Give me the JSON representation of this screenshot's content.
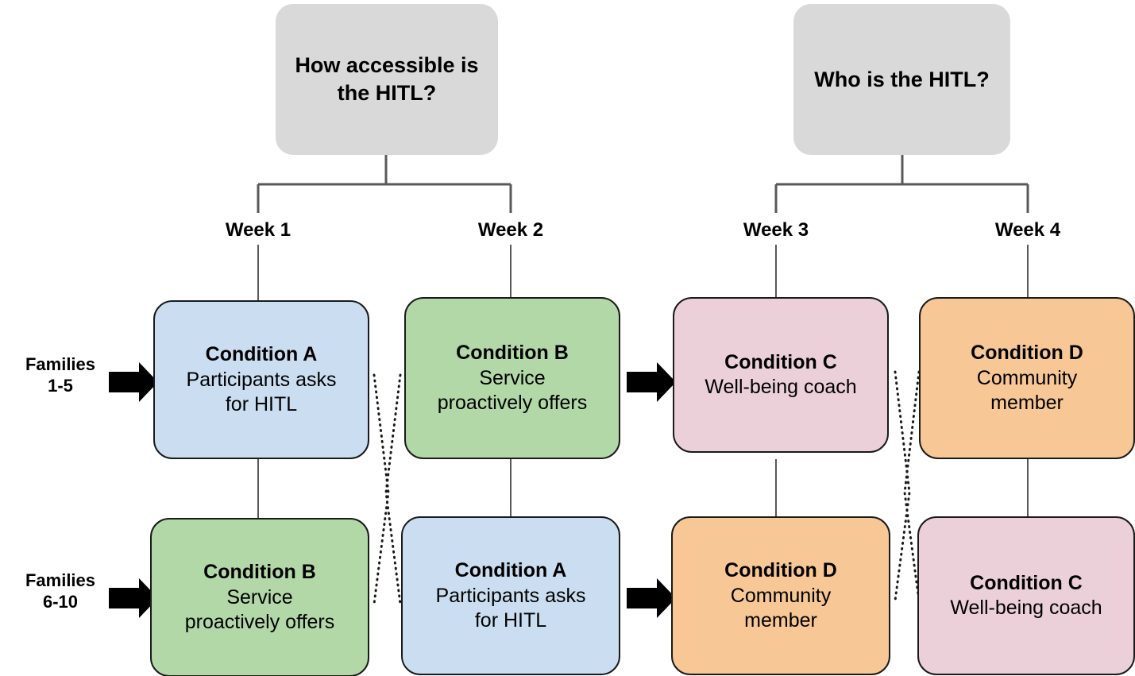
{
  "diagram": {
    "title_questions": [
      {
        "id": "q1",
        "text": "How accessible is the HITL?"
      },
      {
        "id": "q2",
        "text": "Who is the HITL?"
      }
    ],
    "week_labels": [
      "Week 1",
      "Week 2",
      "Week 3",
      "Week 4"
    ],
    "group_labels": [
      {
        "line1": "Families",
        "line2": "1-5"
      },
      {
        "line1": "Families",
        "line2": "6-10"
      }
    ],
    "conditions": {
      "A": {
        "title": "Condition A",
        "desc_line1": "Participants asks",
        "desc_line2": "for HITL",
        "color": "#cbdef1"
      },
      "B": {
        "title": "Condition B",
        "desc_line1": "Service",
        "desc_line2": "proactively offers",
        "color": "#b3d8a8"
      },
      "C": {
        "title": "Condition C",
        "desc_line1": "Well-being coach",
        "desc_line2": "",
        "color": "#ebd0da"
      },
      "D": {
        "title": "Condition D",
        "desc_line1": "Community",
        "desc_line2": "member",
        "color": "#f7c795"
      }
    },
    "grid": {
      "row1": [
        {
          "cell": "w1-r1",
          "condition": "A",
          "title": "Condition A",
          "desc_line1": "Participants asks",
          "desc_line2": "for HITL",
          "color": "#cbdef1"
        },
        {
          "cell": "w2-r1",
          "condition": "B",
          "title": "Condition B",
          "desc_line1": "Service",
          "desc_line2": "proactively offers",
          "color": "#b3d8a8"
        },
        {
          "cell": "w3-r1",
          "condition": "C",
          "title": "Condition C",
          "desc_line1": "Well-being coach",
          "desc_line2": "",
          "color": "#ebd0da"
        },
        {
          "cell": "w4-r1",
          "condition": "D",
          "title": "Condition D",
          "desc_line1": "Community",
          "desc_line2": "member",
          "color": "#f7c795"
        }
      ],
      "row2": [
        {
          "cell": "w1-r2",
          "condition": "B",
          "title": "Condition B",
          "desc_line1": "Service",
          "desc_line2": "proactively offers",
          "color": "#b3d8a8"
        },
        {
          "cell": "w2-r2",
          "condition": "A",
          "title": "Condition A",
          "desc_line1": "Participants asks",
          "desc_line2": "for HITL",
          "color": "#cbdef1"
        },
        {
          "cell": "w3-r2",
          "condition": "D",
          "title": "Condition D",
          "desc_line1": "Community",
          "desc_line2": "member",
          "color": "#f7c795"
        },
        {
          "cell": "w4-r2",
          "condition": "C",
          "title": "Condition C",
          "desc_line1": "Well-being coach",
          "desc_line2": "",
          "color": "#ebd0da"
        }
      ]
    },
    "colors": {
      "header_box": "#d9d9d9",
      "connector": "#595959",
      "outline": "#1a1a1a",
      "arrow": "#000000",
      "background": "#ffffff"
    },
    "connectors": {
      "bracket_groups": [
        {
          "question": "q1",
          "weeks": [
            "Week 1",
            "Week 2"
          ]
        },
        {
          "question": "q2",
          "weeks": [
            "Week 3",
            "Week 4"
          ]
        }
      ],
      "crossover_type": "dotted-x",
      "crossovers": [
        "between-week1-and-week2",
        "between-week3-and-week4"
      ],
      "block_arrows": [
        "families-1-5-into-week1",
        "families-6-10-into-week1",
        "week2-into-week3-row1",
        "week2-into-week3-row2"
      ]
    }
  }
}
